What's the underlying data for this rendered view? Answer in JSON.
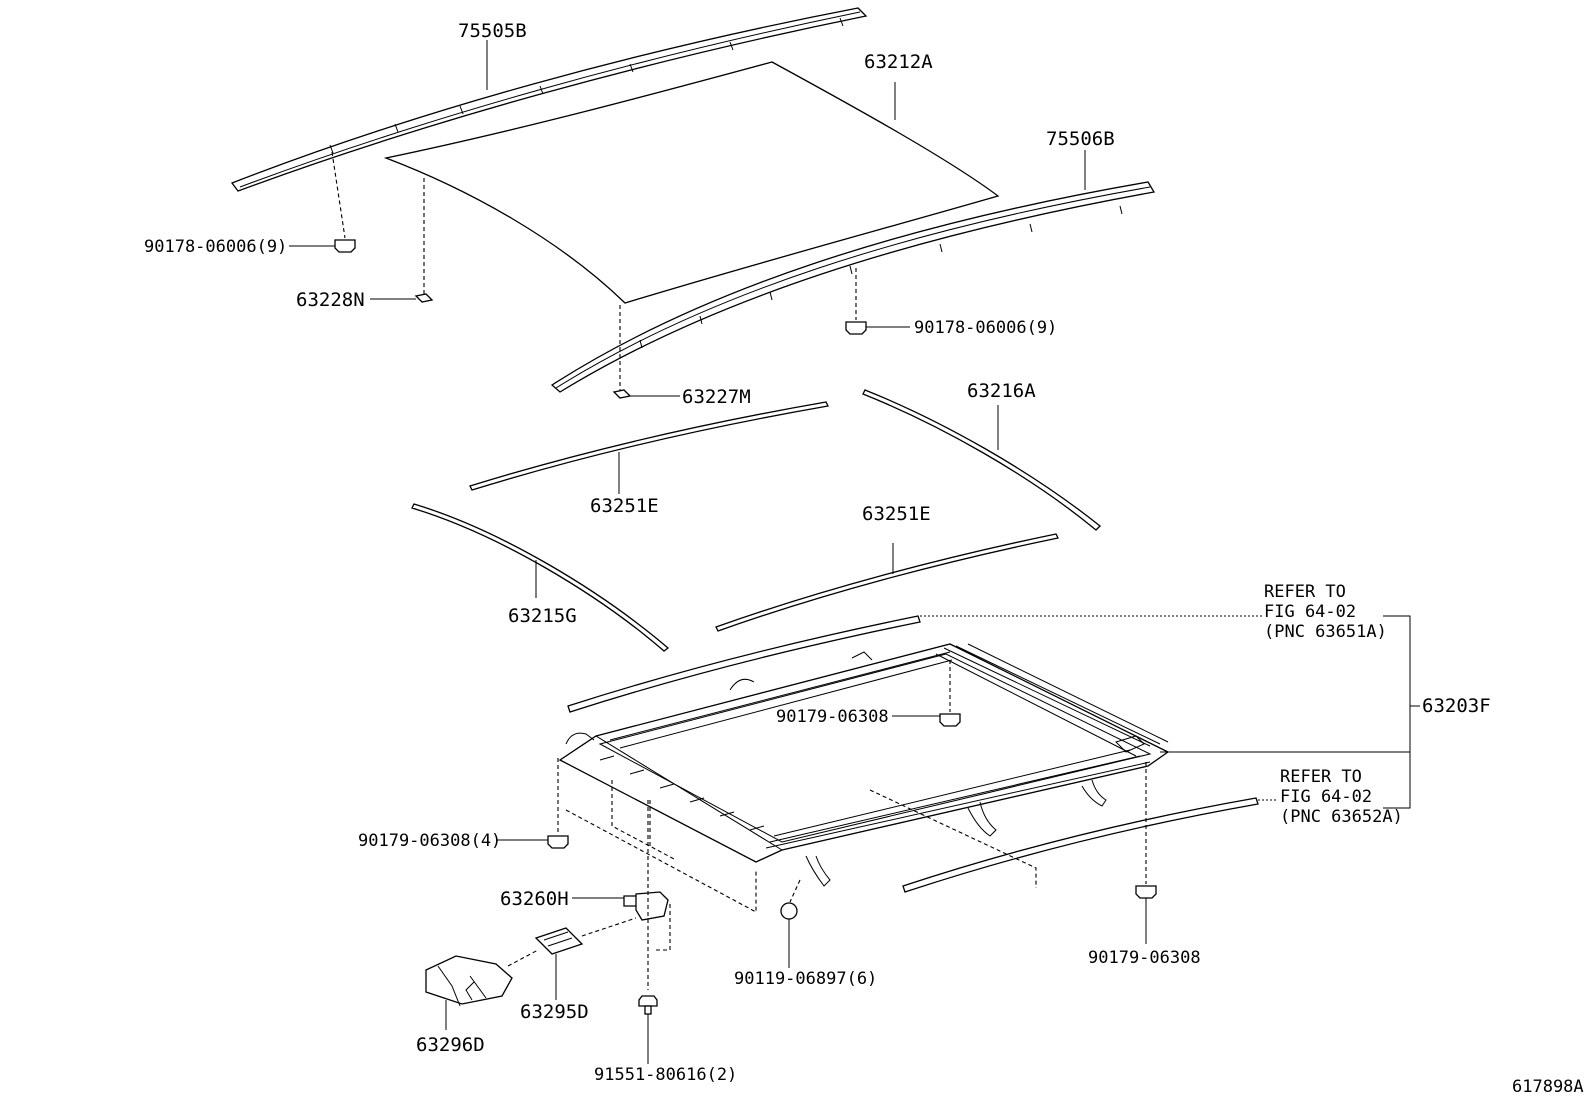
{
  "labels": {
    "p75505B": "75505B",
    "p63212A": "63212A",
    "p75506B": "75506B",
    "p90178_l": "90178-06006(9)",
    "p63228N": "63228N",
    "p90178_r": "90178-06006(9)",
    "p63227M": "63227M",
    "p63216A": "63216A",
    "p63251E_a": "63251E",
    "p63251E_b": "63251E",
    "p63215G": "63215G",
    "refer1_l1": "REFER TO",
    "refer1_l2": "FIG 64-02",
    "refer1_l3": "(PNC 63651A)",
    "p63203F": "63203F",
    "p90179_c": "90179-06308",
    "refer2_l1": "REFER TO",
    "refer2_l2": "FIG 64-02",
    "refer2_l3": "(PNC 63652A)",
    "p90179_4": "90179-06308(4)",
    "p63260H": "63260H",
    "p90119": "90119-06897(6)",
    "p90179_r": "90179-06308",
    "p63295D": "63295D",
    "p63296D": "63296D",
    "p91551": "91551-80616(2)",
    "fig_id": "617898A"
  }
}
